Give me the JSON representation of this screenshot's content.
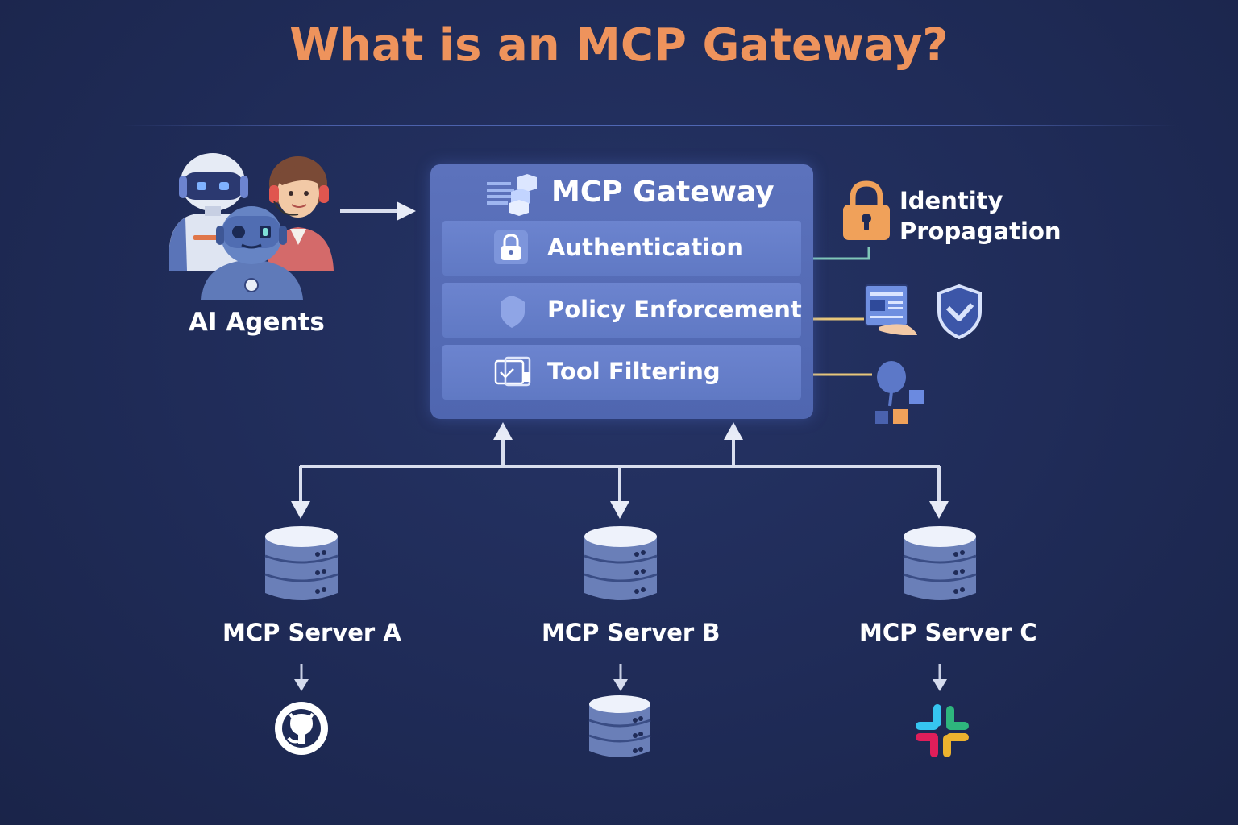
{
  "title": "What is an MCP Gateway?",
  "agents": {
    "label": "AI Agents"
  },
  "gateway": {
    "title": "MCP Gateway",
    "features": [
      {
        "label": "Authentication",
        "icon": "padlock-icon"
      },
      {
        "label": "Policy Enforcement",
        "icon": "shield-icon"
      },
      {
        "label": "Tool Filtering",
        "icon": "tool-filter-icon"
      }
    ]
  },
  "identity": {
    "label_line1": "Identity",
    "label_line2": "Propagation",
    "icon": "padlock-icon"
  },
  "servers": [
    {
      "label": "MCP Server A",
      "backend_icon": "github-icon"
    },
    {
      "label": "MCP Server B",
      "backend_icon": "database-icon"
    },
    {
      "label": "MCP Server C",
      "backend_icon": "slack-icon"
    }
  ],
  "colors": {
    "background": "#1f2b57",
    "title": "#ee935c",
    "gateway": "#5569b4",
    "feature": "#6880ca",
    "identity_lock": "#f0a15a"
  }
}
